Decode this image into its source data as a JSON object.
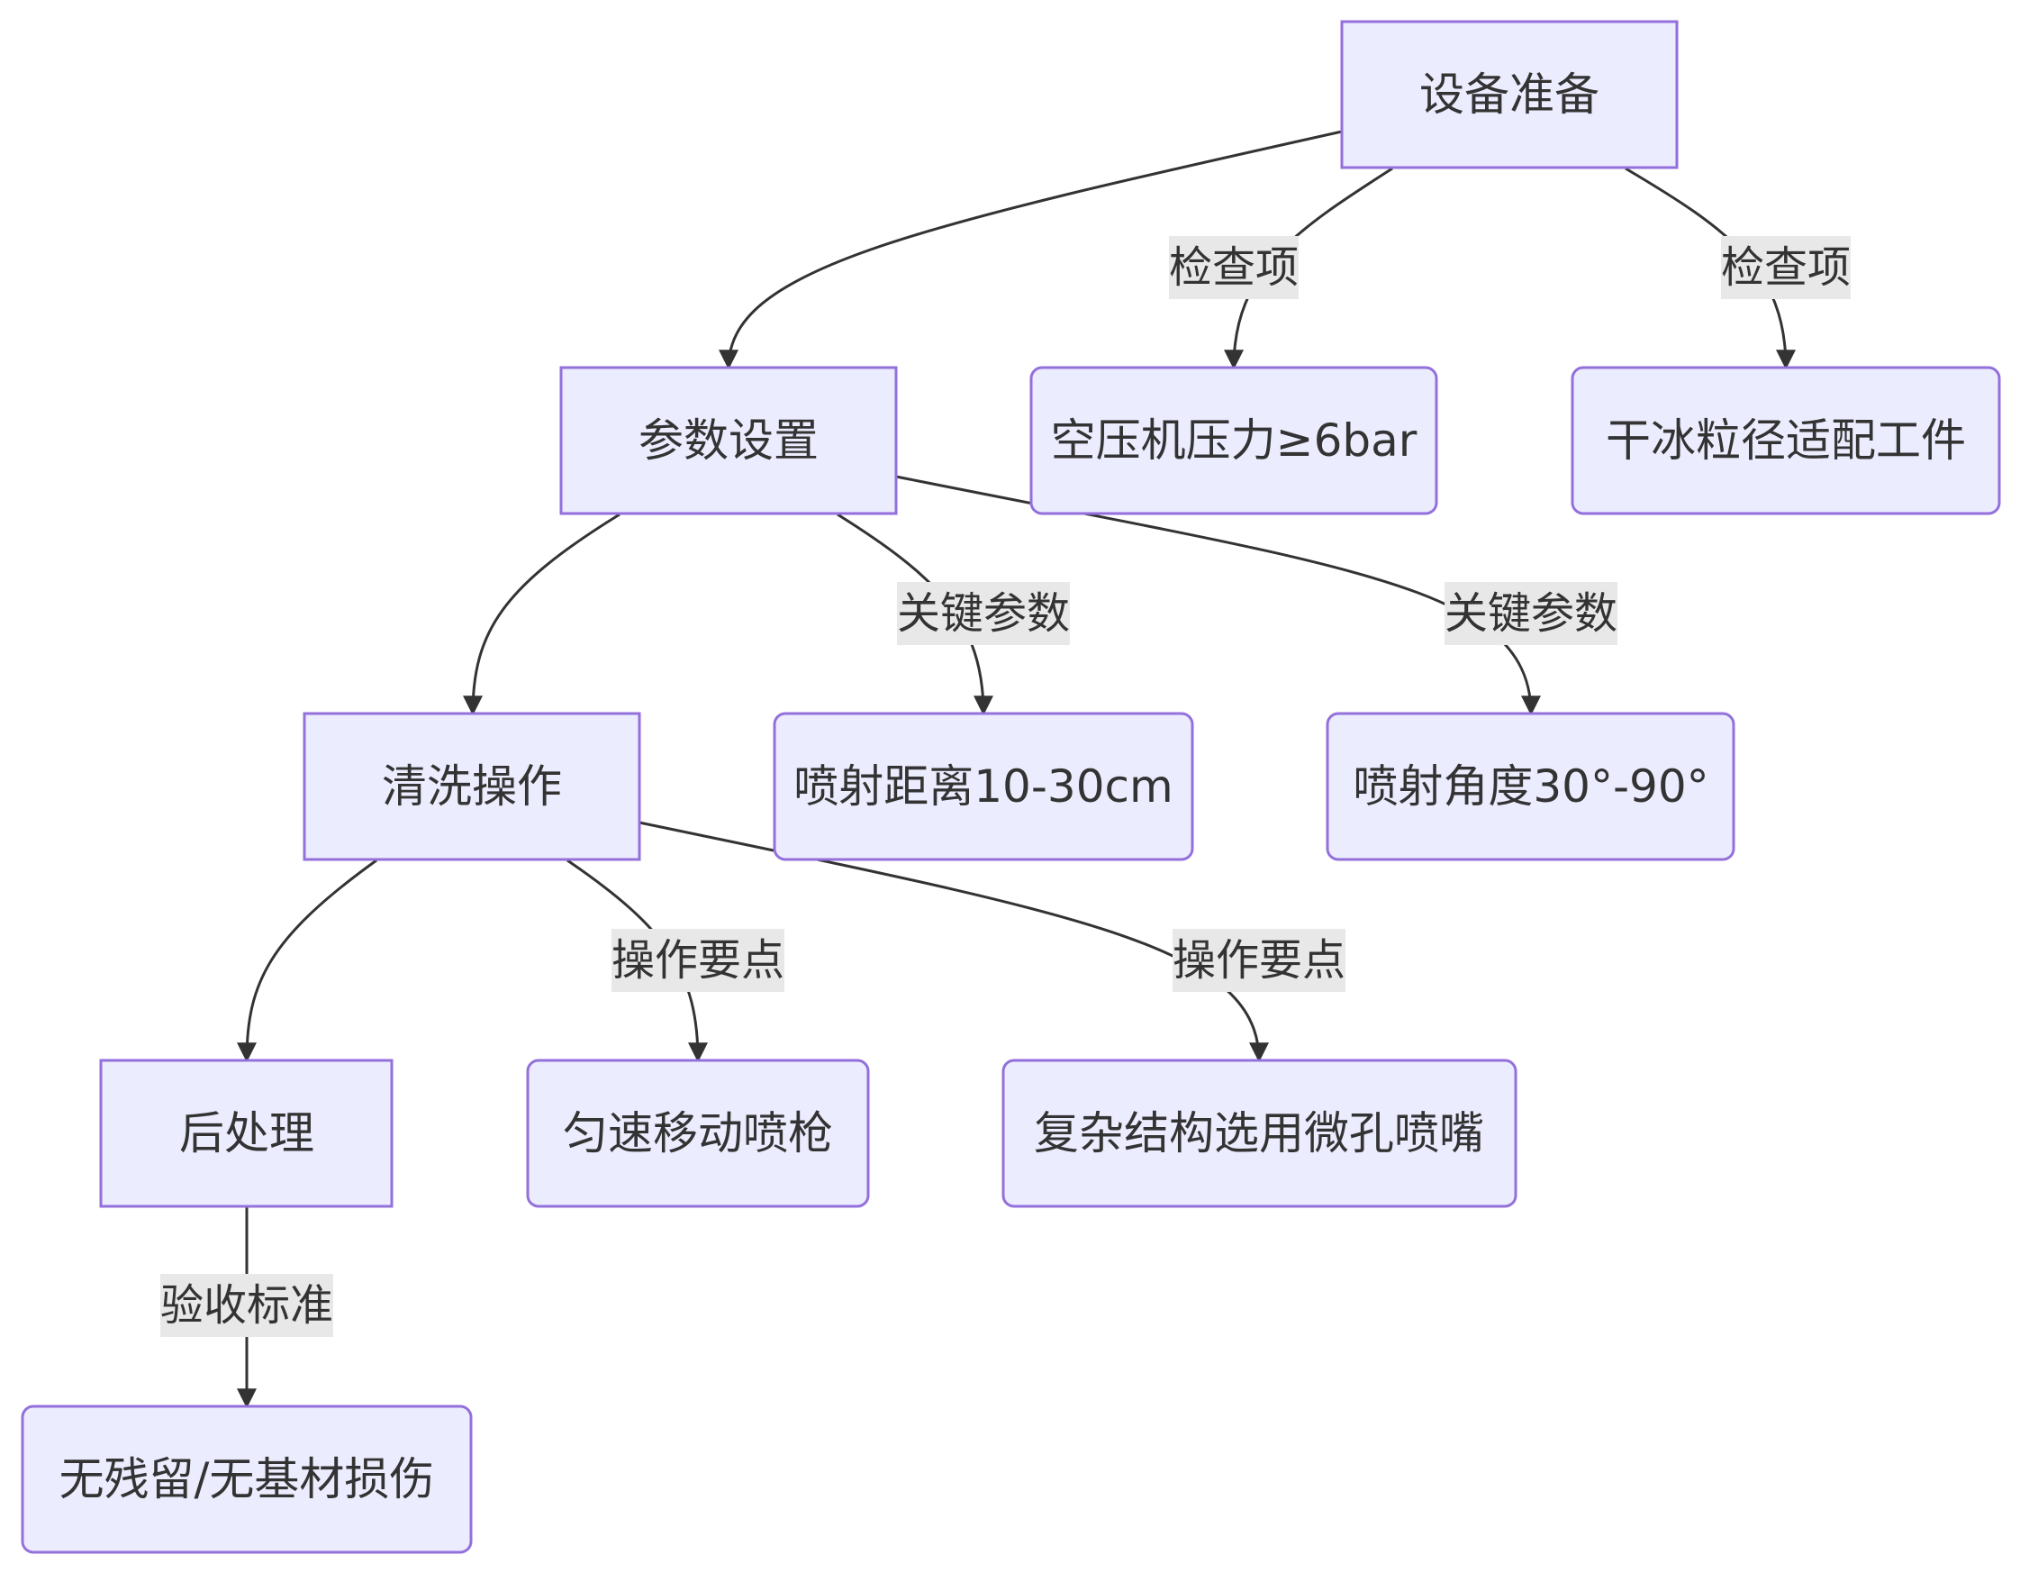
{
  "nodes": {
    "prep": "设备准备",
    "params": "参数设置",
    "pressure": "空压机压力≥6bar",
    "dryice": "干冰粒径适配工件",
    "clean": "清洗操作",
    "distance": "喷射距离10-30cm",
    "angle": "喷射角度30°-90°",
    "post": "后处理",
    "move": "匀速移动喷枪",
    "nozzle": "复杂结构选用微孔喷嘴",
    "accept": "无残留/无基材损伤"
  },
  "edges": {
    "check_1": "检查项",
    "check_2": "检查项",
    "key_1": "关键参数",
    "key_2": "关键参数",
    "op_1": "操作要点",
    "op_2": "操作要点",
    "standard": "验收标准"
  },
  "colors": {
    "node_fill": "#ECECFF",
    "node_stroke": "#9370DB",
    "edge": "#333333",
    "label_bg": "#e8e8e8",
    "text": "#333333"
  }
}
